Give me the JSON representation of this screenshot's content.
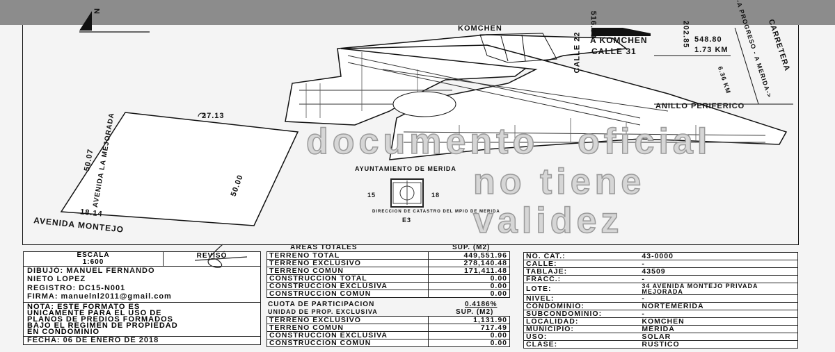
{
  "map": {
    "north": "N",
    "komchen": "KOMCHEN",
    "a_komchen": "A KOMCHEN",
    "calle31": "CALLE 31",
    "calle22": "CALLE 22",
    "d1": "516.59",
    "d2": "202.85",
    "d3": "548.80",
    "km1": "1.73 KM",
    "carretera": "CARRETERA",
    "progreso": "<-A PROGRESO - A MERIDA->",
    "km2": "6.36 KM",
    "anillo": "ANILLO PERIFERICO",
    "lot_top": "27.13",
    "lot_left": "50.07",
    "lot_right": "50.00",
    "lot_bottom": "18.14",
    "av_mejorada": "AVENIDA LA MEJORADA",
    "av_montejo": "AVENIDA MONTEJO"
  },
  "seal": {
    "text": "AYUNTAMIENTO DE MERIDA",
    "left": "15",
    "right": "18",
    "bottom": "DIRECCION DE CATASTRO DEL MPIO DE MERIDA",
    "code": "E3"
  },
  "watermark": [
    "documento",
    "no tiene",
    "validez",
    "oficial"
  ],
  "info": {
    "escala_label": "ESCALA",
    "escala": "1:600",
    "reviso": "REVISÓ",
    "dibujo": "DIBUJÓ: MANUEL FERNANDO",
    "dibujo2": "NIETO LOPEZ",
    "registro": "REGISTRO: DC15-N001",
    "firma": "FIRMA: manuelnl2011@gmail.com",
    "nota": [
      "NOTA: ESTE FORMATO ES",
      "UNICAMENTE PARA EL USO DE",
      "PLANOS DE PREDIOS FORMADOS",
      "BAJO EL REGIMEN DE PROPIEDAD",
      "EN CONDOMINIO"
    ],
    "fecha": "FECHA: 06 DE ENERO DE 2018"
  },
  "areas": {
    "header": "AREAS TOTALES",
    "sup": "SUP. (M2)",
    "rows": [
      [
        "TERRENO TOTAL",
        "449,551.96"
      ],
      [
        "TERRENO EXCLUSIVO",
        "278,140.48"
      ],
      [
        "TERRENO COMUN",
        "171,411.48"
      ],
      [
        "CONSTRUCCION TOTAL",
        "0.00"
      ],
      [
        "CONSTRUCCION EXCLUSIVA",
        "0.00"
      ],
      [
        "CONSTRUCCION COMUN",
        "0.00"
      ]
    ],
    "cuota_label": "CUOTA DE PARTICIPACION",
    "cuota": "0.4186%",
    "unidad_label": "UNIDAD DE PROP. EXCLUSIVA",
    "unidad_sup": "SUP. (M2)",
    "unit_rows": [
      [
        "TERRENO EXCLUSIVO",
        "1,131.90"
      ],
      [
        "TERRENO COMUN",
        "717.49"
      ],
      [
        "CONSTRUCCION EXCLUSIVA",
        "0.00"
      ],
      [
        "CONSTRUCCION COMUN",
        "0.00"
      ]
    ]
  },
  "catastro": [
    [
      "NO. CAT.:",
      "43-0000"
    ],
    [
      "CALLE:",
      "-"
    ],
    [
      "TABLAJE:",
      "43509"
    ],
    [
      "FRACC.:",
      "-"
    ],
    [
      "LOTE:",
      "34 AVENIDA MONTEJO PRIVADA MEJORADA"
    ],
    [
      "NIVEL:",
      "-"
    ],
    [
      "CONDOMINIO:",
      "NORTEMERIDA"
    ],
    [
      "SUBCONDOMINIO:",
      "-"
    ],
    [
      "LOCALIDAD:",
      "KOMCHEN"
    ],
    [
      "MUNICIPIO:",
      "MÉRIDA"
    ],
    [
      "USO:",
      "SOLAR"
    ],
    [
      "CLASE:",
      "RÚSTICO"
    ]
  ]
}
